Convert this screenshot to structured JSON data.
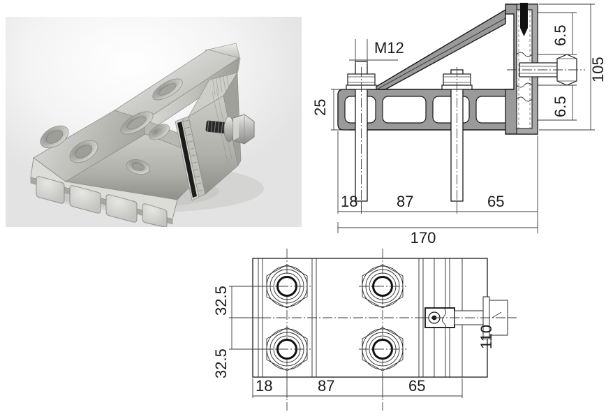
{
  "document": {
    "title": "Aluminium angle bracket - technical drawing",
    "views": [
      "product-photo",
      "side-section-view",
      "bottom-plan-view"
    ]
  },
  "photo": {
    "caption": "",
    "subject": "aluminium triangular mounting bracket with hex bolt",
    "background_color": "#f0f0f0"
  },
  "side_view": {
    "label_thread": "M12",
    "dim_height_profile": "25",
    "dim_offset_left": "18",
    "dim_spacing_center": "87",
    "dim_offset_right": "65",
    "dim_total_length": "170",
    "dim_total_height": "105",
    "dim_slot_upper": "6.5",
    "dim_slot_lower": "6.5"
  },
  "plan_view": {
    "dim_edge_to_hole": "32.5",
    "dim_hole_to_center": "32.5",
    "dim_offset_left": "18",
    "dim_spacing_center": "87",
    "dim_offset_right": "65",
    "dim_width": "110"
  },
  "colors": {
    "line": "#1a1a1a",
    "metal_fill": "#9a9a9a",
    "metal_fill_light": "#b8b8b8",
    "thin_line": "#4d4d4d",
    "photo_bg": "#f0f0f0",
    "page_bg": "#ffffff"
  }
}
